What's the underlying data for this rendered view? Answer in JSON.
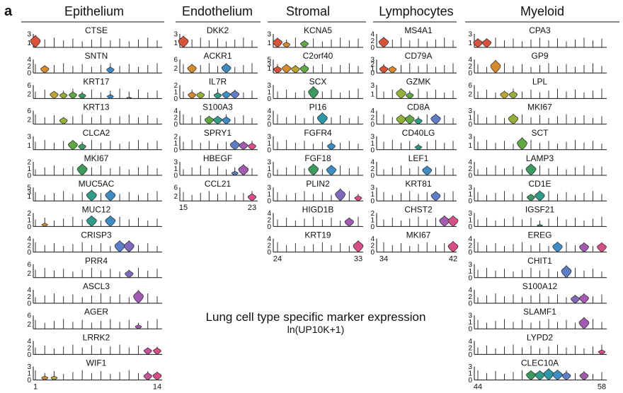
{
  "panel_label": "a",
  "caption": {
    "title": "Lung cell type specific marker expression",
    "subtitle": "ln(UP10K+1)"
  },
  "colors": [
    "#d9533b",
    "#d68a2e",
    "#b9a532",
    "#93b13a",
    "#5fa843",
    "#3c9a5f",
    "#2f9c8a",
    "#2d97a8",
    "#3f8cc4",
    "#5d7ec7",
    "#8069bb",
    "#a25bb0",
    "#c4549b",
    "#d54f86"
  ],
  "chart_data": [
    {
      "type": "violin",
      "title": "Epithelium",
      "x_range": [
        1,
        14
      ],
      "x_labels": [
        "1",
        "14"
      ],
      "rows": [
        {
          "gene": "CTSE",
          "ymax": 3,
          "yticks": [
            "3",
            "1"
          ],
          "violins": [
            {
              "c": 1,
              "h": 0.9
            }
          ]
        },
        {
          "gene": "SNTN",
          "ymax": 4,
          "yticks": [
            "4",
            "2",
            "0"
          ],
          "violins": [
            {
              "c": 2,
              "h": 0.55
            },
            {
              "c": 9,
              "h": 0.45
            }
          ]
        },
        {
          "gene": "KRT17",
          "ymax": 6,
          "yticks": [
            "6",
            "2"
          ],
          "violins": [
            {
              "c": 3,
              "h": 0.55
            },
            {
              "c": 4,
              "h": 0.45
            },
            {
              "c": 5,
              "h": 0.5
            },
            {
              "c": 6,
              "h": 0.4
            },
            {
              "c": 9,
              "h": 0.3
            },
            {
              "c": 11,
              "h": 0.1
            }
          ]
        },
        {
          "gene": "KRT13",
          "ymax": 6,
          "yticks": [
            "6",
            "2"
          ],
          "violins": [
            {
              "c": 4,
              "h": 0.5
            }
          ]
        },
        {
          "gene": "CLCA2",
          "ymax": 3,
          "yticks": [
            "3",
            "1"
          ],
          "violins": [
            {
              "c": 5,
              "h": 0.7
            },
            {
              "c": 6,
              "h": 0.45
            }
          ]
        },
        {
          "gene": "MKI67",
          "ymax": 2,
          "yticks": [
            "2",
            "1",
            "0"
          ],
          "violins": [
            {
              "c": 6,
              "h": 0.85
            }
          ]
        },
        {
          "gene": "MUC5AC",
          "ymax": 5,
          "yticks": [
            "5",
            "3",
            "1"
          ],
          "violins": [
            {
              "c": 7,
              "h": 0.8
            },
            {
              "c": 9,
              "h": 0.8
            }
          ]
        },
        {
          "gene": "MUC12",
          "ymax": 2,
          "yticks": [
            "2",
            "1",
            "0"
          ],
          "violins": [
            {
              "c": 2,
              "h": 0.25
            },
            {
              "c": 7,
              "h": 0.8
            },
            {
              "c": 9,
              "h": 0.8
            }
          ]
        },
        {
          "gene": "CRISP3",
          "ymax": 4,
          "yticks": [
            "4",
            "2",
            "0"
          ],
          "violins": [
            {
              "c": 10,
              "h": 0.85
            },
            {
              "c": 11,
              "h": 0.85
            }
          ]
        },
        {
          "gene": "PRR4",
          "ymax": 6,
          "yticks": [
            "6",
            "2"
          ],
          "violins": [
            {
              "c": 11,
              "h": 0.55
            }
          ]
        },
        {
          "gene": "ASCL3",
          "ymax": 4,
          "yticks": [
            "4",
            "2",
            "0"
          ],
          "violins": [
            {
              "c": 12,
              "h": 0.95
            }
          ]
        },
        {
          "gene": "AGER",
          "ymax": 6,
          "yticks": [
            "6",
            "2"
          ],
          "violins": [
            {
              "c": 12,
              "h": 0.3
            }
          ]
        },
        {
          "gene": "LRRK2",
          "ymax": 4,
          "yticks": [
            "4",
            "2",
            "0"
          ],
          "violins": [
            {
              "c": 13,
              "h": 0.5
            },
            {
              "c": 14,
              "h": 0.5
            }
          ]
        },
        {
          "gene": "WIF1",
          "ymax": 3,
          "yticks": [
            "3",
            "1",
            "0"
          ],
          "violins": [
            {
              "c": 2,
              "h": 0.3
            },
            {
              "c": 3,
              "h": 0.3
            },
            {
              "c": 13,
              "h": 0.55
            },
            {
              "c": 14,
              "h": 0.6
            }
          ]
        }
      ]
    },
    {
      "type": "violin",
      "title": "Endothelium",
      "x_range": [
        15,
        23
      ],
      "x_labels": [
        "15",
        "23"
      ],
      "rows": [
        {
          "gene": "DKK2",
          "ymax": 3,
          "yticks": [
            "3",
            "1"
          ],
          "violins": [
            {
              "c": 15,
              "h": 0.85
            }
          ]
        },
        {
          "gene": "ACKR1",
          "ymax": 6,
          "yticks": [
            "6",
            "2"
          ],
          "violins": [
            {
              "c": 16,
              "h": 0.65
            },
            {
              "c": 20,
              "h": 0.7
            }
          ]
        },
        {
          "gene": "IL7R",
          "ymax": 2,
          "yticks": [
            "2",
            "1",
            "0"
          ],
          "violins": [
            {
              "c": 16,
              "h": 0.5
            },
            {
              "c": 17,
              "h": 0.5
            },
            {
              "c": 19,
              "h": 0.45
            },
            {
              "c": 20,
              "h": 0.55
            },
            {
              "c": 21,
              "h": 0.6
            }
          ]
        },
        {
          "gene": "S100A3",
          "ymax": 4,
          "yticks": [
            "4",
            "2",
            "0"
          ],
          "violins": [
            {
              "c": 18,
              "h": 0.6
            },
            {
              "c": 19,
              "h": 0.6
            },
            {
              "c": 20,
              "h": 0.55
            }
          ]
        },
        {
          "gene": "SPRY1",
          "ymax": 2,
          "yticks": [
            "2",
            "1",
            "0"
          ],
          "violins": [
            {
              "c": 21,
              "h": 0.7
            },
            {
              "c": 22,
              "h": 0.6
            },
            {
              "c": 23,
              "h": 0.5
            }
          ]
        },
        {
          "gene": "HBEGF",
          "ymax": 3,
          "yticks": [
            "3",
            "1",
            "0"
          ],
          "violins": [
            {
              "c": 21,
              "h": 0.3
            },
            {
              "c": 22,
              "h": 0.8
            }
          ]
        },
        {
          "gene": "CCL21",
          "ymax": 6,
          "yticks": [
            "6",
            "2"
          ],
          "violins": [
            {
              "c": 23,
              "h": 0.55
            }
          ]
        }
      ]
    },
    {
      "type": "violin",
      "title": "Stromal",
      "x_range": [
        24,
        33
      ],
      "x_labels": [
        "24",
        "33"
      ],
      "rows": [
        {
          "gene": "KCNA5",
          "ymax": 3,
          "yticks": [
            "3",
            "1"
          ],
          "violins": [
            {
              "c": 24,
              "h": 0.7
            },
            {
              "c": 25,
              "h": 0.4
            },
            {
              "c": 27,
              "h": 0.5
            }
          ]
        },
        {
          "gene": "C2orf40",
          "ymax": 5,
          "yticks": [
            "5",
            "3",
            "1"
          ],
          "violins": [
            {
              "c": 24,
              "h": 0.5
            },
            {
              "c": 25,
              "h": 0.65
            },
            {
              "c": 26,
              "h": 0.55
            },
            {
              "c": 27,
              "h": 0.6
            }
          ]
        },
        {
          "gene": "SCX",
          "ymax": 3,
          "yticks": [
            "3",
            "1",
            "0"
          ],
          "violins": [
            {
              "c": 28,
              "h": 0.9
            }
          ]
        },
        {
          "gene": "PI16",
          "ymax": 4,
          "yticks": [
            "4",
            "2",
            "0"
          ],
          "violins": [
            {
              "c": 29,
              "h": 0.85
            }
          ]
        },
        {
          "gene": "FGFR4",
          "ymax": 3,
          "yticks": [
            "3",
            "1",
            "0"
          ],
          "violins": [
            {
              "c": 30,
              "h": 0.5
            }
          ]
        },
        {
          "gene": "FGF18",
          "ymax": 3,
          "yticks": [
            "3",
            "1",
            "0"
          ],
          "violins": [
            {
              "c": 28,
              "h": 0.85
            },
            {
              "c": 30,
              "h": 0.75
            }
          ]
        },
        {
          "gene": "PLIN2",
          "ymax": 3,
          "yticks": [
            "3",
            "1",
            "0"
          ],
          "violins": [
            {
              "c": 31,
              "h": 0.9
            },
            {
              "c": 33,
              "h": 0.4
            }
          ]
        },
        {
          "gene": "HIGD1B",
          "ymax": 4,
          "yticks": [
            "4",
            "2",
            "0"
          ],
          "violins": [
            {
              "c": 32,
              "h": 0.65
            }
          ]
        },
        {
          "gene": "KRT19",
          "ymax": 4,
          "yticks": [
            "4",
            "2",
            "0"
          ],
          "violins": [
            {
              "c": 33,
              "h": 0.85
            }
          ]
        }
      ]
    },
    {
      "type": "violin",
      "title": "Lymphocytes",
      "x_range": [
        34,
        42
      ],
      "x_labels": [
        "34",
        "42"
      ],
      "rows": [
        {
          "gene": "MS4A1",
          "ymax": 4,
          "yticks": [
            "4",
            "2",
            "0"
          ],
          "violins": [
            {
              "c": 34,
              "h": 0.75
            }
          ]
        },
        {
          "gene": "CD79A",
          "ymax": 3,
          "yticks": [
            "3",
            "2",
            "1",
            "0"
          ],
          "violins": [
            {
              "c": 34,
              "h": 0.55
            },
            {
              "c": 35,
              "h": 0.5
            }
          ]
        },
        {
          "gene": "GZMK",
          "ymax": 3,
          "yticks": [
            "3",
            "1"
          ],
          "violins": [
            {
              "c": 36,
              "h": 0.75
            },
            {
              "c": 37,
              "h": 0.45
            }
          ]
        },
        {
          "gene": "CD8A",
          "ymax": 4,
          "yticks": [
            "4",
            "2",
            "0"
          ],
          "violins": [
            {
              "c": 36,
              "h": 0.7
            },
            {
              "c": 37,
              "h": 0.7
            },
            {
              "c": 38,
              "h": 0.45
            },
            {
              "c": 40,
              "h": 0.75
            }
          ]
        },
        {
          "gene": "CD40LG",
          "ymax": 3,
          "yticks": [
            "3",
            "1",
            "0"
          ],
          "violins": [
            {
              "c": 38,
              "h": 0.35
            }
          ]
        },
        {
          "gene": "LEF1",
          "ymax": 4,
          "yticks": [
            "4",
            "2",
            "0"
          ],
          "violins": [
            {
              "c": 39,
              "h": 0.7
            }
          ]
        },
        {
          "gene": "KRT81",
          "ymax": 3,
          "yticks": [
            "3",
            "1",
            "0"
          ],
          "violins": [
            {
              "c": 40,
              "h": 0.7
            }
          ]
        },
        {
          "gene": "CHST2",
          "ymax": 2,
          "yticks": [
            "2",
            "1",
            "0"
          ],
          "violins": [
            {
              "c": 41,
              "h": 0.8
            },
            {
              "c": 42,
              "h": 0.8
            }
          ]
        },
        {
          "gene": "MKI67",
          "ymax": 4,
          "yticks": [
            "4",
            "2",
            "0"
          ],
          "violins": [
            {
              "c": 42,
              "h": 0.8
            }
          ]
        }
      ]
    },
    {
      "type": "violin",
      "title": "Myeloid",
      "x_range": [
        44,
        58
      ],
      "x_labels": [
        "44",
        "58"
      ],
      "rows": [
        {
          "gene": "CPA3",
          "ymax": 3,
          "yticks": [
            "3",
            "1"
          ],
          "violins": [
            {
              "c": 44,
              "h": 0.65
            },
            {
              "c": 45,
              "h": 0.65
            }
          ]
        },
        {
          "gene": "GP9",
          "ymax": 4,
          "yticks": [
            "4",
            "2",
            "0"
          ],
          "violins": [
            {
              "c": 46,
              "h": 0.95
            }
          ]
        },
        {
          "gene": "LPL",
          "ymax": 6,
          "yticks": [
            "6",
            "2"
          ],
          "violins": [
            {
              "c": 47,
              "h": 0.55
            },
            {
              "c": 48,
              "h": 0.55
            }
          ]
        },
        {
          "gene": "MKI67",
          "ymax": 3,
          "yticks": [
            "3",
            "1",
            "0"
          ],
          "violins": [
            {
              "c": 48,
              "h": 0.75
            }
          ]
        },
        {
          "gene": "SCT",
          "ymax": 3,
          "yticks": [
            "3",
            "1"
          ],
          "violins": [
            {
              "c": 49,
              "h": 0.9
            }
          ]
        },
        {
          "gene": "LAMP3",
          "ymax": 4,
          "yticks": [
            "4",
            "2",
            "0"
          ],
          "violins": [
            {
              "c": 50,
              "h": 0.85
            }
          ]
        },
        {
          "gene": "CD1E",
          "ymax": 3,
          "yticks": [
            "3",
            "1",
            "0"
          ],
          "violins": [
            {
              "c": 50,
              "h": 0.5
            },
            {
              "c": 51,
              "h": 0.75
            }
          ]
        },
        {
          "gene": "IGSF21",
          "ymax": 3,
          "yticks": [
            "3",
            "1",
            "0"
          ],
          "violins": [
            {
              "c": 51,
              "h": 0.15
            }
          ]
        },
        {
          "gene": "EREG",
          "ymax": 4,
          "yticks": [
            "4",
            "2",
            "0"
          ],
          "violins": [
            {
              "c": 53,
              "h": 0.75
            },
            {
              "c": 56,
              "h": 0.7
            },
            {
              "c": 58,
              "h": 0.7
            }
          ]
        },
        {
          "gene": "CHIT1",
          "ymax": 3,
          "yticks": [
            "3",
            "1",
            "0"
          ],
          "violins": [
            {
              "c": 54,
              "h": 0.9
            }
          ]
        },
        {
          "gene": "S100A12",
          "ymax": 4,
          "yticks": [
            "4",
            "2",
            "0"
          ],
          "violins": [
            {
              "c": 55,
              "h": 0.6
            },
            {
              "c": 56,
              "h": 0.7
            }
          ]
        },
        {
          "gene": "SLAMF1",
          "ymax": 3,
          "yticks": [
            "3",
            "1",
            "0"
          ],
          "violins": [
            {
              "c": 56,
              "h": 0.85
            }
          ]
        },
        {
          "gene": "LYPD2",
          "ymax": 4,
          "yticks": [
            "4",
            "2",
            "0"
          ],
          "violins": [
            {
              "c": 58,
              "h": 0.35
            }
          ]
        },
        {
          "gene": "CLEC10A",
          "ymax": 3,
          "yticks": [
            "3",
            "1",
            "0"
          ],
          "violins": [
            {
              "c": 50,
              "h": 0.7
            },
            {
              "c": 51,
              "h": 0.7
            },
            {
              "c": 52,
              "h": 0.85
            },
            {
              "c": 53,
              "h": 0.75
            },
            {
              "c": 54,
              "h": 0.6
            },
            {
              "c": 56,
              "h": 0.6
            }
          ]
        }
      ]
    }
  ]
}
